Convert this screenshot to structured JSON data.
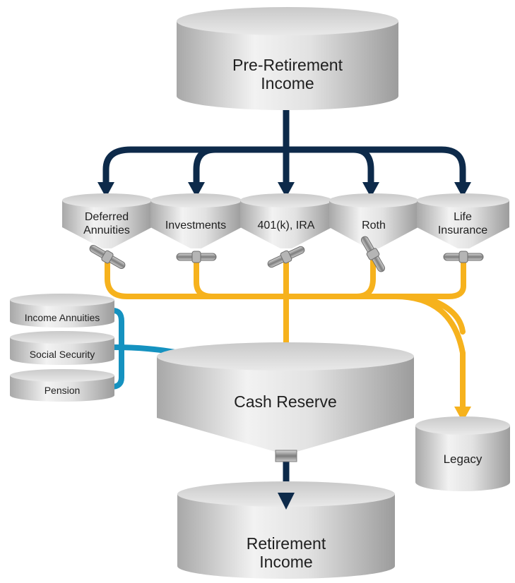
{
  "colors": {
    "navy_arrow": "#0d2a4a",
    "gold_flow": "#f6b21d",
    "teal_flow": "#1592c0",
    "cylinder_light": "#e8e8e8",
    "cylinder_dark": "#a9a9a9"
  },
  "nodes": {
    "pre_retirement_income": {
      "line1": "Pre-Retirement",
      "line2": "Income"
    },
    "deferred_annuities": {
      "line1": "Deferred",
      "line2": "Annuities"
    },
    "investments": {
      "label": "Investments"
    },
    "ira_401k": {
      "label": "401(k), IRA"
    },
    "roth": {
      "label": "Roth"
    },
    "life_insurance": {
      "line1": "Life",
      "line2": "Insurance"
    },
    "income_annuities": {
      "label": "Income Annuities"
    },
    "social_security": {
      "label": "Social Security"
    },
    "pension": {
      "label": "Pension"
    },
    "cash_reserve": {
      "label": "Cash Reserve"
    },
    "legacy": {
      "label": "Legacy"
    },
    "retirement_income": {
      "line1": "Retirement",
      "line2": "Income"
    }
  },
  "icons": {
    "valve": "valve-icon",
    "arrow_head": "arrow-head-icon"
  }
}
